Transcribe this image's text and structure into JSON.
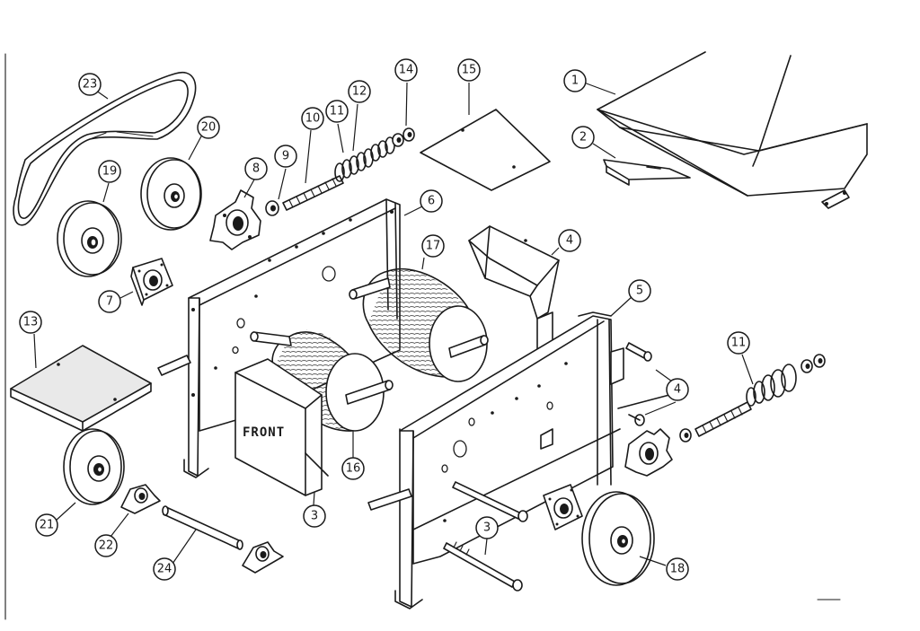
{
  "diagram": {
    "front_label": "FRONT",
    "callouts": {
      "c1": "1",
      "c2": "2",
      "c3a": "3",
      "c3b": "3",
      "c4a": "4",
      "c4b": "4",
      "c5": "5",
      "c6": "6",
      "c7": "7",
      "c8": "8",
      "c9": "9",
      "c10": "10",
      "c11a": "11",
      "c11b": "11",
      "c12": "12",
      "c13": "13",
      "c14": "14",
      "c15": "15",
      "c16": "16",
      "c17": "17",
      "c18": "18",
      "c19": "19",
      "c20": "20",
      "c21": "21",
      "c22": "22",
      "c23": "23",
      "c24": "24"
    }
  }
}
